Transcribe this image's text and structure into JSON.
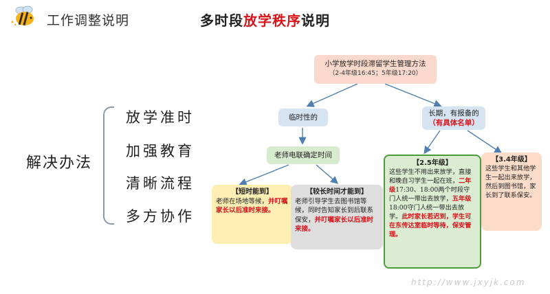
{
  "header": {
    "section_title": "工作调整说明",
    "main_title_prefix": "多时段",
    "main_title_highlight": "放学秩序",
    "main_title_suffix": "说明",
    "logo_icon": "bee-icon"
  },
  "left": {
    "solution_label": "解决办法",
    "methods": [
      "放学准时",
      "加强教育",
      "清晰流程",
      "多方协作"
    ]
  },
  "diagram": {
    "root": {
      "line1": "小学放学时段滞留学生管理方法",
      "line2": "（2-4年级16:45；5年级17:20）"
    },
    "branch_temporary": "临时性的",
    "branch_longterm_line1": "长期，有报备的",
    "branch_longterm_line2": "（有具体名单）",
    "contact_node": "老师电联确定时间",
    "short_time": {
      "head": "【短时能到】",
      "text": "老师在场地等候，",
      "red": "并叮嘱家长以后准时来接。"
    },
    "long_time": {
      "head": "【较长时间才能到】",
      "text": "老师引导学生去图书馆等候，同时告知家长到后联系保安，",
      "red": "并叮嘱家长以后准时来接。"
    },
    "grade5": {
      "head": "【2.5年级】",
      "text1": "这些学生不用出来放学，直接和晚自习学生一起在班，",
      "red1": "二年级",
      "text2": "17:30、18:00两个时段守门人统一带出去放学，",
      "red2": "五年级",
      "text3": "18:00守门人统一带出去放学。",
      "red3": "此时家长若迟到，学生可在东传达室临时等待，保安管理。"
    },
    "grade34": {
      "head": "【3.4年级】",
      "text": "这些学生和其他学生一起出来放学，然后到图书馆，家长到了联系保安。"
    }
  },
  "watermark": "http://www.jxyjk.com",
  "colors": {
    "accent_red": "#d8141b",
    "root_bg": "#f8d9cc",
    "blue_bg": "#d6e4f2",
    "green_bg": "#d7ebcf",
    "yellow_bg": "#fdeeb3",
    "grey_bg": "#dedede",
    "peach_bg": "#fbdcc9",
    "arrow": "#4e7fb0"
  }
}
